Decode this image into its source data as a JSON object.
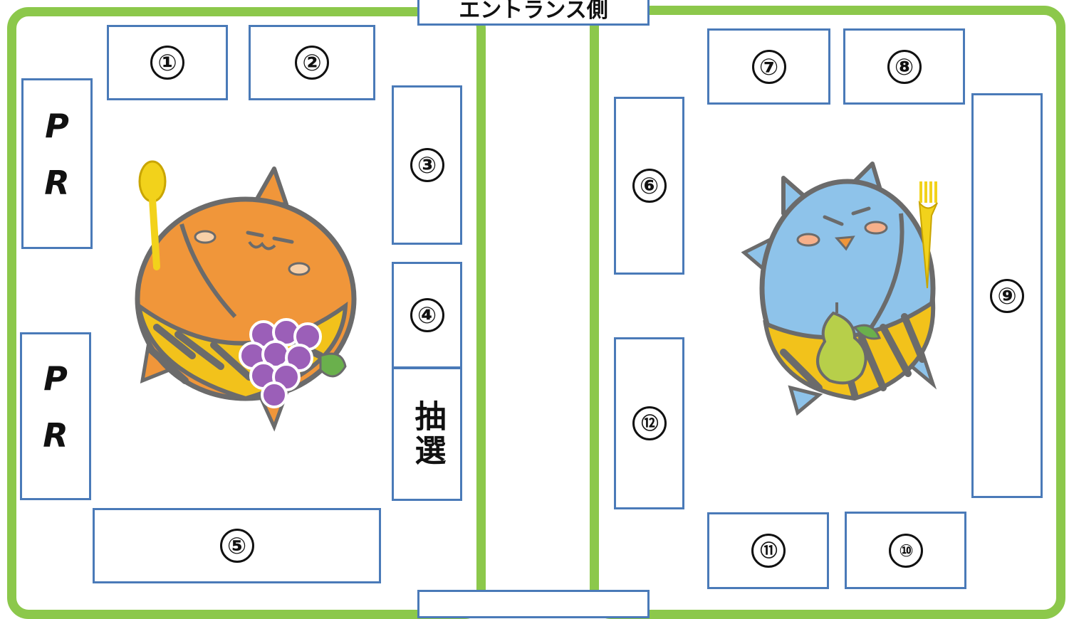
{
  "entrance_label": "エントランス側",
  "left_zone": {
    "booths": [
      "①",
      "②",
      "③",
      "④",
      "⑤"
    ],
    "pr_labels": [
      "PR",
      "PR"
    ],
    "lottery_label": "抽選"
  },
  "right_zone": {
    "booths": [
      "⑥",
      "⑦",
      "⑧",
      "⑨",
      "⑩",
      "⑪",
      "⑫"
    ]
  },
  "colors": {
    "zone_border": "#8cc84b",
    "booth_border": "#4a7ab8",
    "mascot_left": "#f0963a",
    "mascot_right": "#8ec3ea",
    "stripes": "#f2c21b",
    "grapes": "#9b5fb8",
    "pear": "#b7cf4a"
  }
}
